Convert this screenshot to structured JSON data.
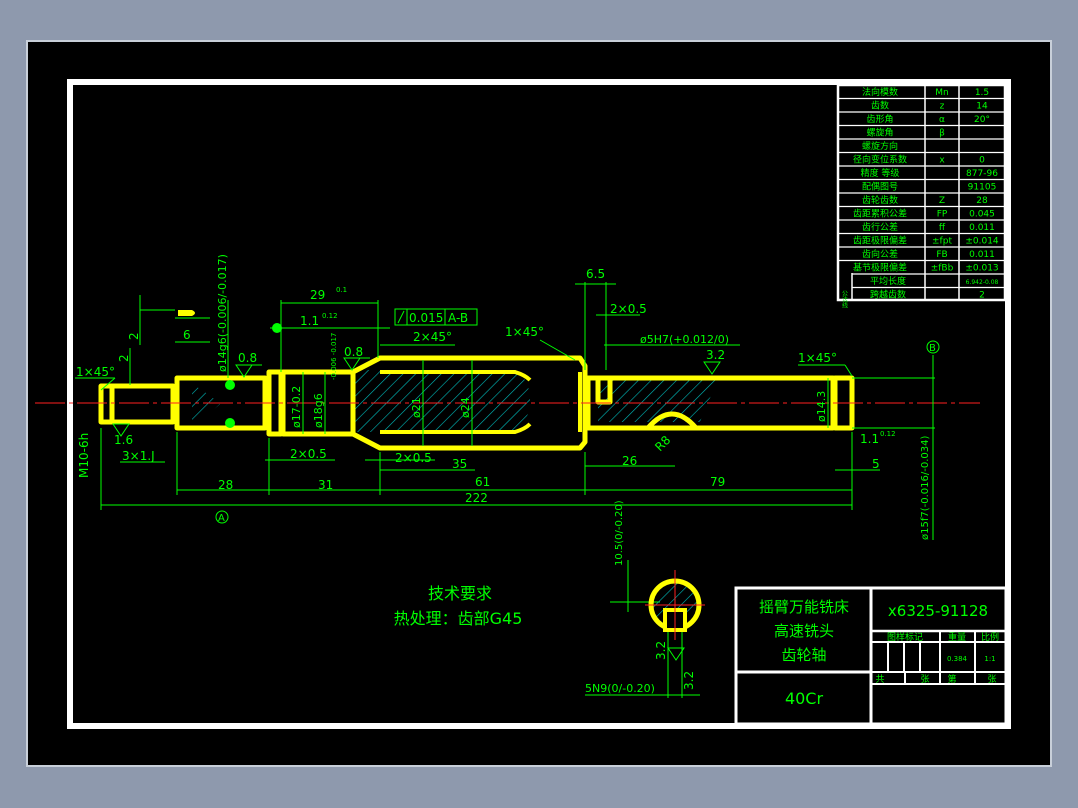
{
  "title_block": {
    "name_line1": "摇臂万能铣床",
    "name_line2": "高速铣头",
    "name_line3": "齿轮轴",
    "drawing_no": "x6325-91128",
    "material": "40Cr",
    "header_cells": [
      "图样标记",
      "重量",
      "比例"
    ],
    "weight": "0.384",
    "scale": "1:1",
    "sheet_left": "共",
    "sheet_mid": "张",
    "sheet_label": "第",
    "sheet_right": "张"
  },
  "tech_requirements": {
    "title": "技术要求",
    "line1": "热处理：齿部G45"
  },
  "gear_table": [
    [
      "法向模数",
      "Mn",
      "1.5"
    ],
    [
      "齿数",
      "z",
      "14"
    ],
    [
      "齿形角",
      "α",
      "20°"
    ],
    [
      "螺旋角",
      "β",
      ""
    ],
    [
      "螺旋方向",
      "",
      ""
    ],
    [
      "径向变位系数",
      "x",
      "0"
    ],
    [
      "精度 等级",
      "",
      "877-96"
    ],
    [
      "配偶图号",
      "",
      "91105"
    ],
    [
      "齿轮齿数",
      "Z",
      "28"
    ],
    [
      "齿距累积公差",
      "FP",
      "0.045"
    ],
    [
      "齿行公差",
      "ff",
      "0.011"
    ],
    [
      "齿距极限偏差",
      "±fpt",
      "±0.014"
    ],
    [
      "齿向公差",
      "FB",
      "0.011"
    ],
    [
      "基节极限偏差",
      "±fBb",
      "±0.013"
    ],
    [
      "平均长度",
      "",
      "6.942-0.08"
    ],
    [
      "跨越齿数",
      "",
      "2"
    ]
  ],
  "gear_table_side_label": "公法线",
  "dims": {
    "d_1x45_left": "1×45°",
    "d_m10": "M10-6h",
    "d_3x1": "3×1.J",
    "d_2_top": "2",
    "d_2_side": "2",
    "d_6": "6",
    "d_phi14": "ø14g6(-0.006/-0.017)",
    "d_phi14_tol": "-0.006 -0.017",
    "d_0_8a": "0.8",
    "d_0_8b": "0.8",
    "d_1_6": "1.6",
    "d_phi17": "ø17-0.2",
    "d_phi18": "ø18g6",
    "d_phi18_tol": "-0.006 -0.017",
    "d_29": "29",
    "d_29_tol": "0.1",
    "d_1_1a": "1.1",
    "d_1_1a_tol": "0.12",
    "d_fcf_tol": "0.015",
    "d_fcf_ref": "A-B",
    "d_2x45a": "2×45°",
    "d_1x45_mid": "1×45°",
    "d_phi21": "ø21",
    "d_phi24": "ø24",
    "d_6_5": "6.5",
    "d_2x0_5_top": "2×0.5",
    "d_phi5h7": "ø5H7(+0.012/0)",
    "d_3_2a": "3.2",
    "d_1x45_right": "1×45°",
    "d_B": "B",
    "d_phi14_3": "ø14.3",
    "d_r8": "R8",
    "d_1_1b": "1.1",
    "d_1_1b_tol": "0.12",
    "d_2x0_5a": "2×0.5",
    "d_2x0_5b": "2×0.5",
    "d_35": "35",
    "d_26": "26",
    "d_5": "5",
    "d_28": "28",
    "d_31": "31",
    "d_61": "61",
    "d_79": "79",
    "d_222": "222",
    "d_A": "A",
    "d_phi15f7": "ø15f7(-0.016/-0.034)",
    "d_10_5": "10.5(0/-0.20)",
    "d_5n9": "5N9(0/-0.20)",
    "d_3_2b": "3.2",
    "d_3_2c": "3.2"
  },
  "colors": {
    "background": "#000000",
    "part_outline": "#ffff00",
    "dimension": "#00ff00",
    "hatch": "#00bbbb",
    "centerline": "#ff2020",
    "border": "#ffffff"
  }
}
